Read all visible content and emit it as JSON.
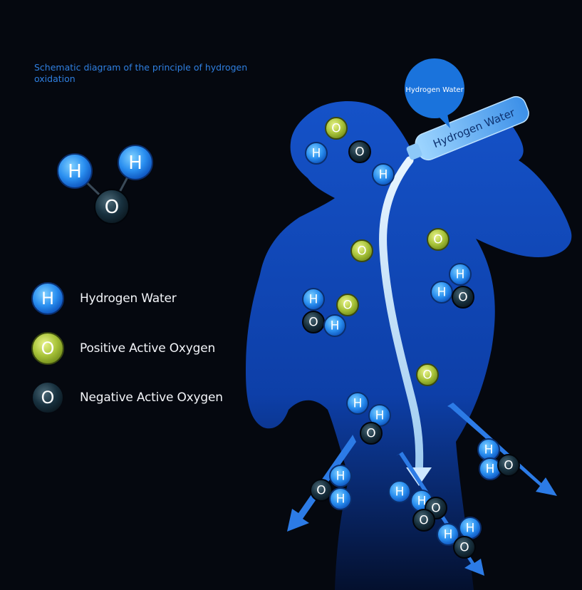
{
  "caption": "Schematic diagram of the principle of hydrogen oxidation",
  "bubble_label": "Hydrogen Water",
  "bottle_label": "Hydrogen Water",
  "atom_letters": {
    "hydrogen": "H",
    "oxygen": "O"
  },
  "legend": [
    {
      "symbol": "H",
      "label": "Hydrogen Water"
    },
    {
      "symbol": "O",
      "label": "Positive Active Oxygen"
    },
    {
      "symbol": "O",
      "label": "Negative Active Oxygen"
    }
  ],
  "colors": {
    "background": "#05080f",
    "body": "#0d3fa8",
    "hydrogen": "#2a8ff0",
    "positive_oxygen": "#a9c43a",
    "negative_oxygen": "#18313f",
    "arrow": "#2c7be6",
    "caption": "#2f7fe0"
  }
}
